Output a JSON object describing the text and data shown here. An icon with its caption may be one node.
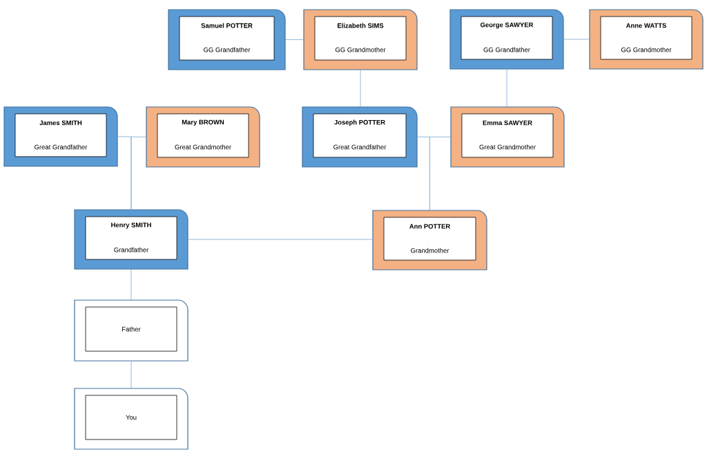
{
  "diagram": {
    "nodes": [
      {
        "text": [
          "Samuel POTTER",
          "GG Grandfather"
        ]
      },
      {
        "text": [
          "Elizabeth SIMS",
          "GG Grandmother"
        ]
      },
      {
        "text": [
          "George SAWYER",
          "GG Grandfather"
        ]
      },
      {
        "text": [
          "Anne WATTS",
          "GG Grandmother"
        ]
      },
      {
        "text": [
          "James SMITH",
          "Great Grandfather"
        ]
      },
      {
        "text": [
          "Mary BROWN",
          "Great Grandmother"
        ]
      },
      {
        "text": [
          "Joseph POTTER",
          "Great Grandfather"
        ]
      },
      {
        "text": [
          "Emma SAWYER",
          "Great Grandmother"
        ]
      },
      {
        "text": [
          "Henry SMITH",
          "Grandfather"
        ]
      },
      {
        "text": [
          "Ann POTTER",
          "Grandmother"
        ]
      },
      {
        "text": [
          "Father"
        ]
      },
      {
        "text": [
          "You"
        ]
      }
    ],
    "edges": [
      {
        "from": 0,
        "to": 1,
        "arrow": "none"
      },
      {
        "from": 1,
        "to": 6,
        "arrow": "none"
      },
      {
        "from": 2,
        "to": 3,
        "arrow": "none"
      },
      {
        "from": 2,
        "to": 7,
        "arrow": "none"
      },
      {
        "from": 4,
        "to": 8,
        "arrow": "none"
      },
      {
        "from": 5,
        "to": 8,
        "arrow": "none"
      },
      {
        "from": 6,
        "to": 9,
        "arrow": "none"
      },
      {
        "from": 7,
        "to": 9,
        "arrow": "none"
      },
      {
        "from": 8,
        "to": 9,
        "arrow": "none"
      },
      {
        "from": 8,
        "to": 10,
        "arrow": "none"
      },
      {
        "from": 10,
        "to": 11,
        "arrow": "none"
      }
    ]
  }
}
